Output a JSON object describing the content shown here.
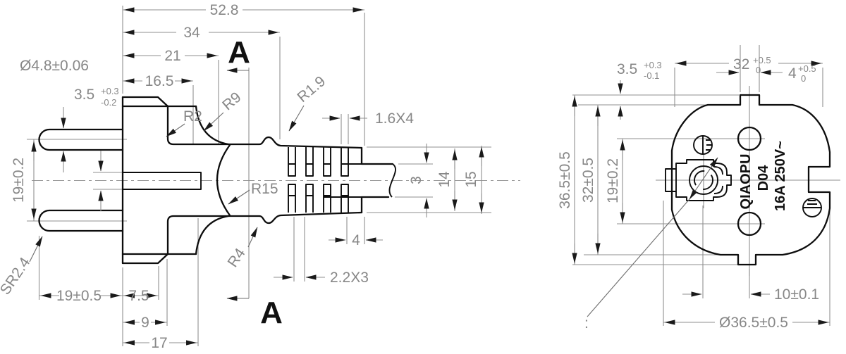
{
  "side_view": {
    "section_label": "A",
    "dims_top": {
      "overall_length": "52.8",
      "to_rib_start": "34",
      "to_section_plane": "21",
      "to_shoulder": "16.5"
    },
    "pin_diameter": "Ø4.8±0.06",
    "flange_thickness": {
      "value": "3.5",
      "tol_up": "+0.3",
      "tol_dn": "-0.2"
    },
    "pin_spacing": "19±0.2",
    "pin_tip_radius": "SR2.4",
    "radii": {
      "r2": "R2",
      "r9": "R9",
      "r1_9": "R1.9",
      "r15": "R15",
      "r4": "R4"
    },
    "ribs": {
      "slot_width": "1.6X4",
      "tooth_width": "2.2X3",
      "pitch": "4"
    },
    "heights": {
      "cable": "3",
      "inner": "14",
      "outer": "15"
    },
    "dims_bottom": {
      "pin_length": "19±0.5",
      "step1": "7.5",
      "step2": "9",
      "body": "17"
    }
  },
  "face_view": {
    "width": {
      "value": "32",
      "tol_up": "+0.5",
      "tol_dn": "0"
    },
    "tab_height": {
      "value": "3.5",
      "tol_up": "+0.3",
      "tol_dn": "-0.1"
    },
    "tab_width": {
      "value": "4",
      "tol_up": "+0.5",
      "tol_dn": "0"
    },
    "outer_height": "36.5±0.5",
    "flat_height": "32±0.5",
    "hole_spacing": "19±0.2",
    "brand": "QIAOPU",
    "model": "D04",
    "rating": "16A 250V~",
    "screw_offset": "10±0.1",
    "diameter": "Ø36.5±0.5",
    "leader_note": ":"
  }
}
